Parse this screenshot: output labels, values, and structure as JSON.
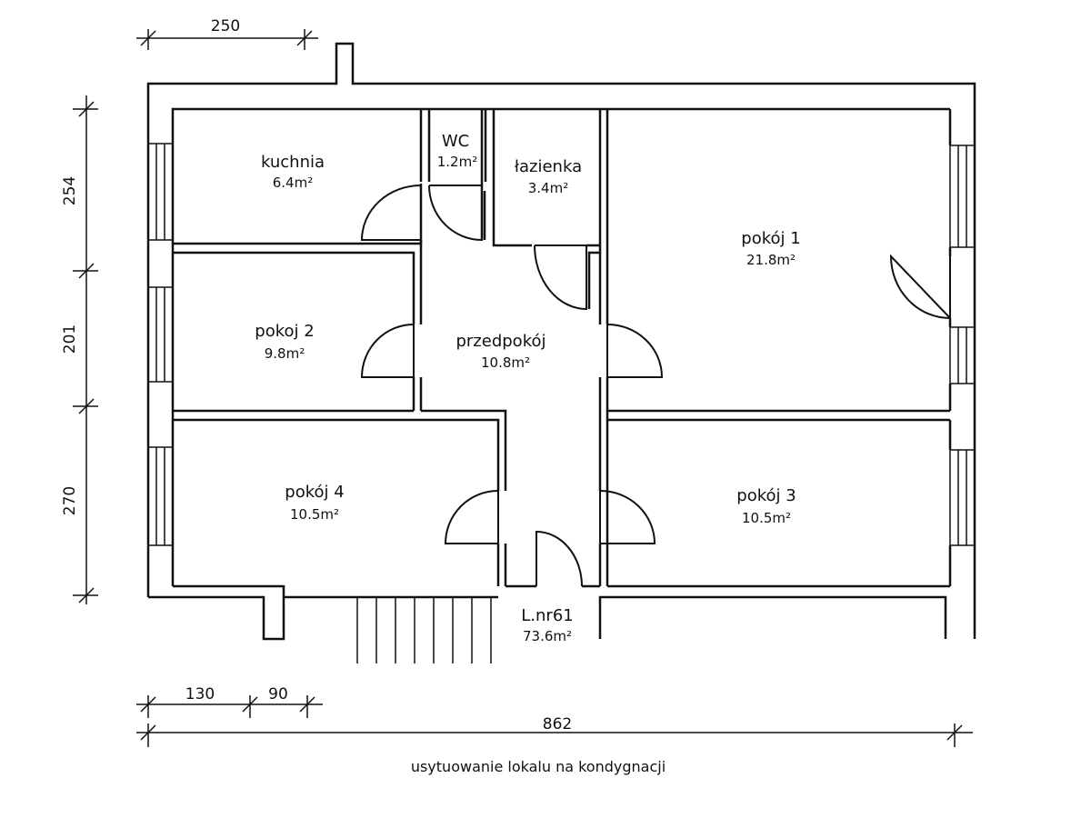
{
  "plan": {
    "caption": "usytuowanie lokalu na kondygnacji",
    "unit_label": {
      "name": "L.nr61",
      "area": "73.6m²"
    },
    "rooms": [
      {
        "id": "kuchnia",
        "name": "kuchnia",
        "area": "6.4m²"
      },
      {
        "id": "wc",
        "name": "WC",
        "area": "1.2m²"
      },
      {
        "id": "lazienka",
        "name": "łazienka",
        "area": "3.4m²"
      },
      {
        "id": "pokoj-1",
        "name": "pokój 1",
        "area": "21.8m²"
      },
      {
        "id": "pokoj-2",
        "name": "pokoj 2",
        "area": "9.8m²"
      },
      {
        "id": "przedpokoj",
        "name": "przedpokój",
        "area": "10.8m²"
      },
      {
        "id": "pokoj-4",
        "name": "pokój 4",
        "area": "10.5m²"
      },
      {
        "id": "pokoj-3",
        "name": "pokój 3",
        "area": "10.5m²"
      }
    ],
    "dimensions": {
      "top": "250",
      "left": [
        "254",
        "201",
        "270"
      ],
      "bottom_small": [
        "130",
        "90"
      ],
      "bottom_total": "862"
    }
  }
}
